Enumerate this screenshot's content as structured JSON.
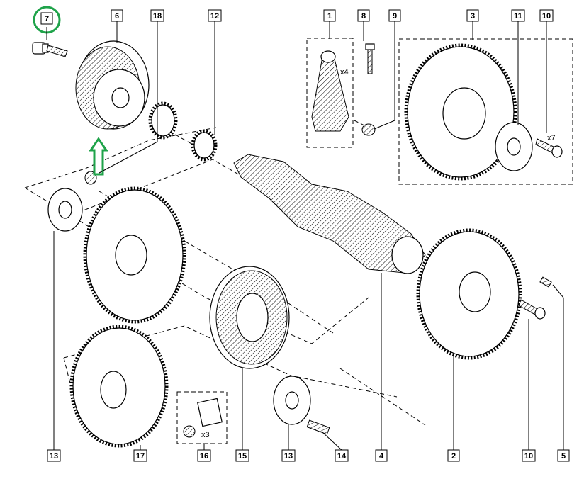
{
  "part_labels": {
    "p1": "1",
    "p2": "2",
    "p3": "3",
    "p4": "4",
    "p5": "5",
    "p6": "6",
    "p7": "7",
    "p8": "8",
    "p9": "9",
    "p10a": "10",
    "p10b": "10",
    "p11": "11",
    "p12": "12",
    "p13a": "13",
    "p13b": "13",
    "p14": "14",
    "p15": "15",
    "p16": "16",
    "p17": "17",
    "p18": "18"
  },
  "quantities": {
    "conrod": "x4",
    "bolt_top": "x7",
    "nut_kit": "x3"
  },
  "highlight": {
    "circle_color": "#1fa34a",
    "arrow_color": "#1fa34a"
  }
}
